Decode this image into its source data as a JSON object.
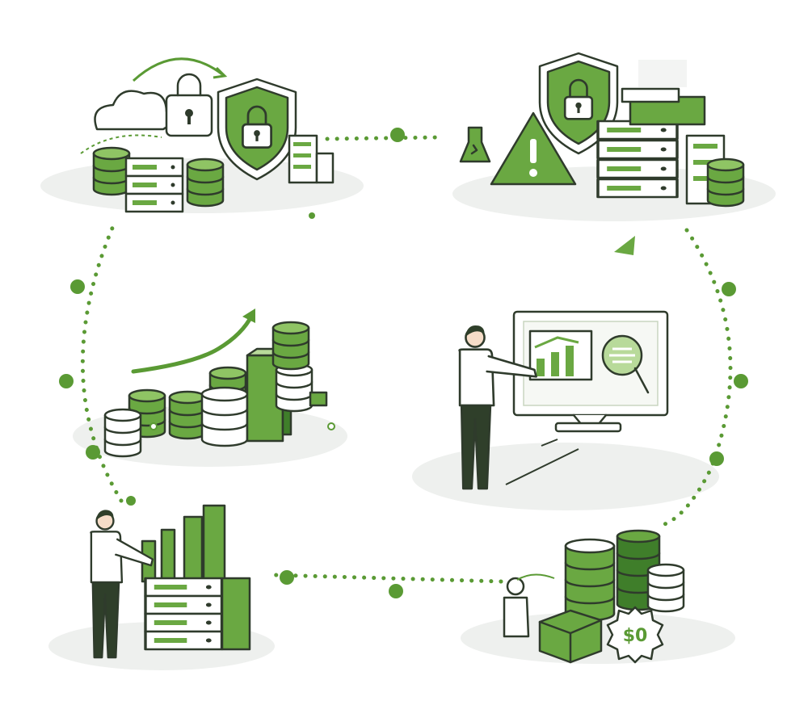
{
  "colors": {
    "green": "#6aa842",
    "green_dark": "#3f7e2a",
    "green_light": "#b8da9a",
    "outline": "#2f3b2c",
    "ground": "#eef0ee",
    "person_dark": "#2f3f2a"
  },
  "diagram": {
    "nodes": [
      {
        "id": "cloud-security",
        "icons": [
          "cloud-icon",
          "padlock-icon",
          "shield-lock-icon",
          "database-icon",
          "server-icon"
        ]
      },
      {
        "id": "risk-alert",
        "icons": [
          "shield-lock-icon",
          "warning-icon",
          "flask-icon",
          "server-rack-icon",
          "database-icon"
        ]
      },
      {
        "id": "data-growth",
        "icons": [
          "growth-arrow-icon",
          "database-icon",
          "bar-chart-icon"
        ]
      },
      {
        "id": "analytics-monitor",
        "icons": [
          "person-icon",
          "monitor-icon",
          "bar-chart-icon",
          "magnifier-icon"
        ]
      },
      {
        "id": "server-capacity",
        "icons": [
          "person-icon",
          "bar-chart-icon",
          "server-rack-icon"
        ]
      },
      {
        "id": "cost-savings",
        "icons": [
          "database-icon",
          "gear-icon",
          "box-icon",
          "person-icon"
        ]
      }
    ],
    "cost_badge": "$0"
  }
}
